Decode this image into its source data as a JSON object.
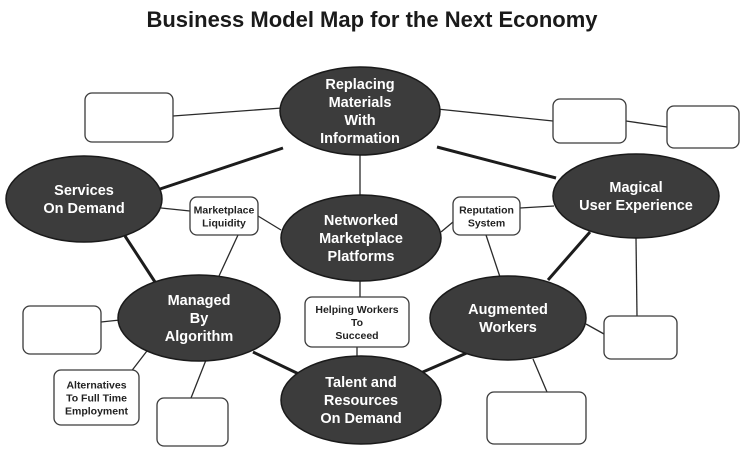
{
  "title": "Business Model Map for the Next Economy",
  "ellipses": {
    "replacing_materials": [
      "Replacing",
      "Materials",
      "With",
      "Information"
    ],
    "services_on_demand": [
      "Services",
      "On Demand"
    ],
    "magical_user_experience": [
      "Magical",
      "User Experience"
    ],
    "networked_platforms": [
      "Networked",
      "Marketplace",
      "Platforms"
    ],
    "managed_by_algorithm": [
      "Managed",
      "By",
      "Algorithm"
    ],
    "augmented_workers": [
      "Augmented",
      "Workers"
    ],
    "talent_on_demand": [
      "Talent and",
      "Resources",
      "On Demand"
    ]
  },
  "boxes": {
    "marketplace_liquidity": [
      "Marketplace",
      "Liquidity"
    ],
    "reputation_system": [
      "Reputation",
      "System"
    ],
    "helping_workers": [
      "Helping Workers",
      "To",
      "Succeed"
    ],
    "alternatives_employment": [
      "Alternatives",
      "To Full Time",
      "Employment"
    ],
    "empty_top_left": [],
    "empty_top_right_a": [],
    "empty_top_right_b": [],
    "empty_mid_left": [],
    "empty_bottom_left": [],
    "empty_right": [],
    "empty_bottom_right": []
  },
  "colors": {
    "ellipse_fill": "#3c3c3c",
    "ellipse_text": "#ffffff",
    "box_fill": "#ffffff",
    "line": "#1c1c1c"
  }
}
